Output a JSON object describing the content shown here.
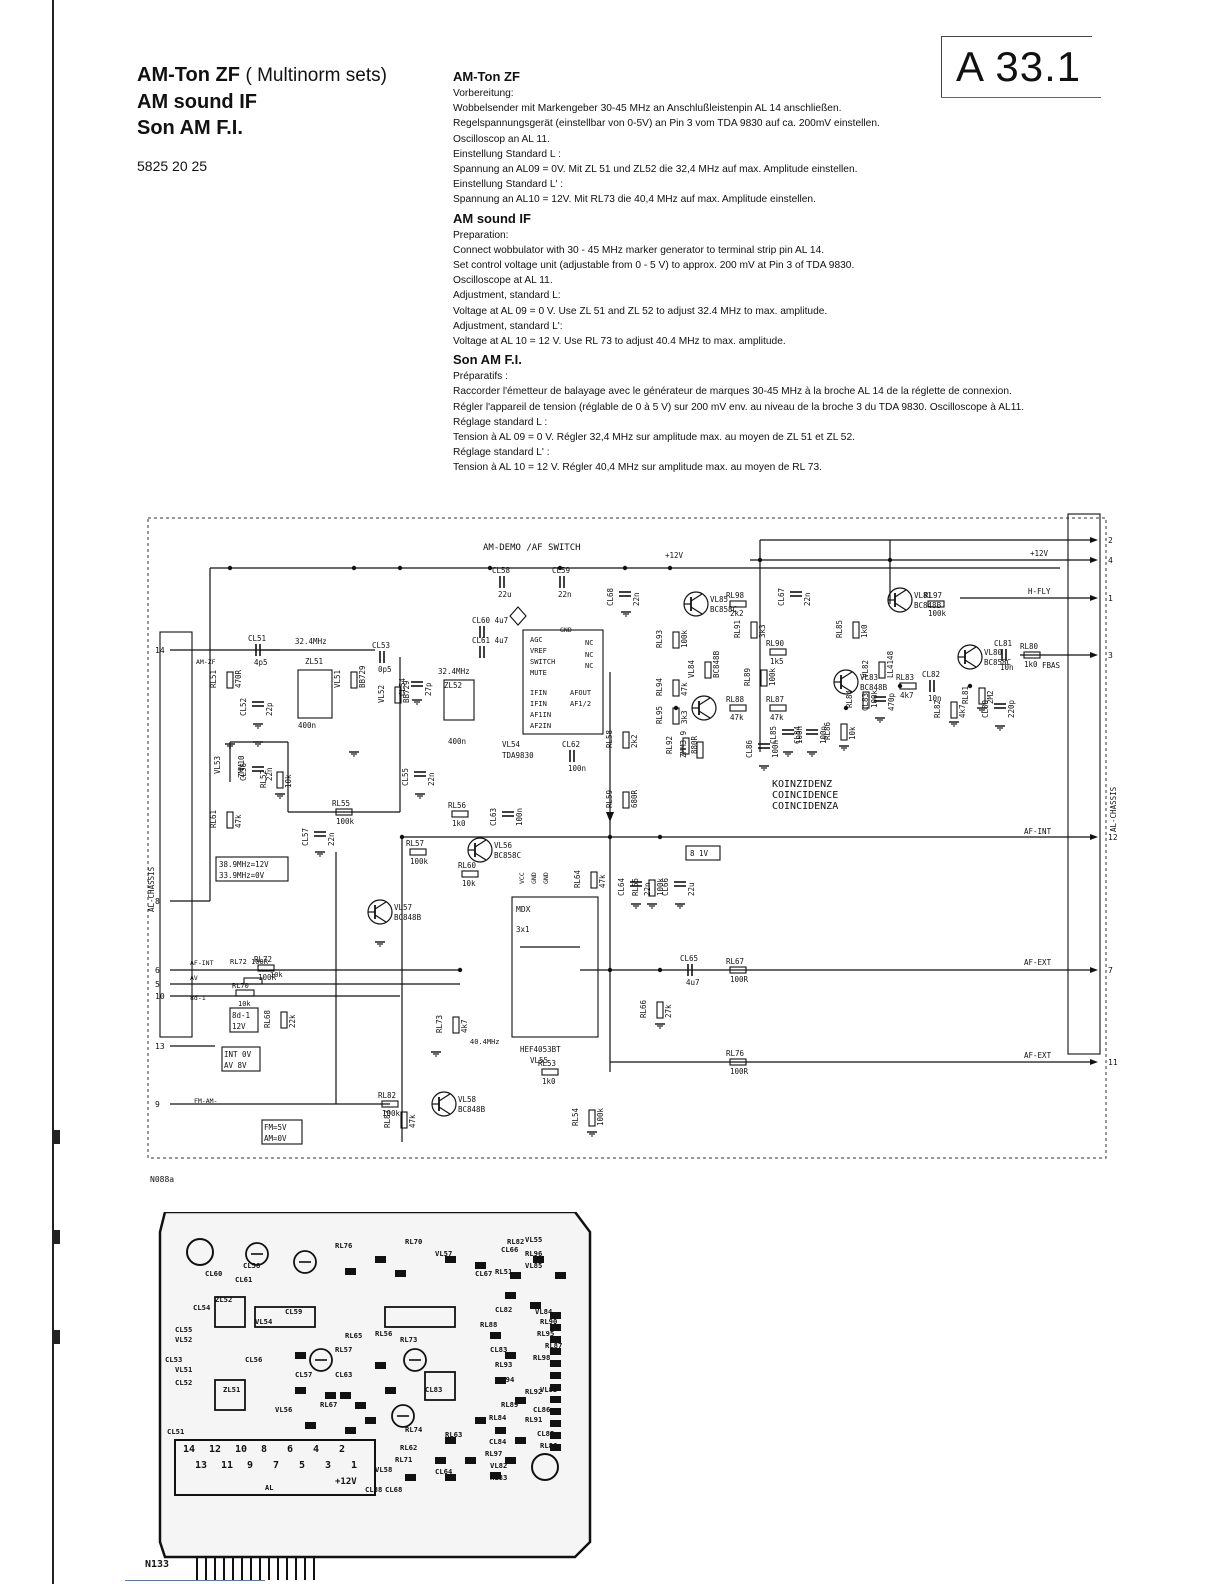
{
  "header": {
    "title_de": "AM-Ton ZF",
    "title_de_paren": "( Multinorm sets)",
    "title_en": "AM sound IF",
    "title_fr": "Son AM F.I.",
    "doc_number": "5825 20 25",
    "page_badge": "A 33.1"
  },
  "instructions": [
    {
      "title": "AM-Ton ZF",
      "lines": [
        "Vorbereitung:",
        "Wobbelsender mit Markengeber 30-45 MHz an Anschlußleistenpin AL 14 anschließen.",
        "Regelspannungsgerät (einstellbar von 0-5V) an Pin 3 vom TDA 9830 auf ca. 200mV einstellen.",
        "Oscilloscop an AL 11.",
        "Einstellung Standard  L :",
        "Spannung an AL09 = 0V. Mit ZL 51 und ZL52 die  32,4 MHz auf max. Amplitude einstellen.",
        "Einstellung Standard  L' :",
        "Spannung an AL10 = 12V. Mit RL73 die  40,4 MHz auf max. Amplitude einstellen."
      ]
    },
    {
      "title": "AM sound IF",
      "lines": [
        "Preparation:",
        "Connect wobbulator with 30 - 45 MHz marker generator to terminal strip pin AL 14.",
        "Set control voltage unit (adjustable from 0 - 5 V) to approx. 200 mV at Pin 3 of TDA 9830.",
        "Oscilloscope at AL 11.",
        "Adjustment, standard L:",
        "Voltage at AL 09 = 0 V. Use ZL 51 and ZL 52 to adjust 32.4 MHz to max. amplitude.",
        "Adjustment, standard L':",
        "Voltage at AL 10 = 12 V. Use RL 73 to adjust 40.4 MHz to max. amplitude."
      ]
    },
    {
      "title": "Son AM F.I.",
      "lines": [
        "Préparatifs :",
        "Raccorder l'émetteur de balayage avec le générateur de marques 30-45 MHz à la broche AL 14 de la réglette de connexion.",
        "Régler l'appareil de tension (réglable de 0 à 5 V) sur 200 mV env. au niveau de la broche 3 du TDA 9830. Oscilloscope à AL11.",
        "Réglage standard L :",
        "Tension à AL 09 = 0 V. Régler 32,4 MHz sur amplitude max. au moyen de ZL 51 et ZL 52.",
        "Réglage standard L' :",
        "Tension à AL 10 = 12 V. Régler 40,4 MHz sur amplitude max. au moyen de RL 73."
      ]
    }
  ],
  "schematic": {
    "title": "AM-DEMO /AF SWITCH",
    "left_connector_label": "AL-CHASSIS",
    "right_connector_label": "AL-CHASSIS",
    "footer_code": "N088a",
    "koinzidenz": [
      "KOINZIDENZ",
      "COINCIDENCE",
      "COINCIDENZA"
    ],
    "freq_note": [
      "38.9MHz=12V",
      "33.9MHz=0V"
    ],
    "fm_note": [
      "FM=5V",
      "AM=0V"
    ],
    "int_note": [
      "INT 0V",
      "AV 8V"
    ],
    "bd_note": [
      "8d-1",
      "12V"
    ],
    "v81_label": "8 1V",
    "labels": {
      "plus12v_a": "+12V",
      "plus12v_b": "+12V",
      "hfly": "H-FLY",
      "fbas": "FBAS",
      "afint": "AF-INT",
      "afext_a": "AF-EXT",
      "afext_b": "AF-EXT",
      "am_zf": "AM-ZF",
      "af_int_left": "AF-INT",
      "av_left": "AV",
      "bd1_left": "8d-1",
      "fm_am": "FM-AM-",
      "mhz_324": "32.4MHz",
      "mhz_324b": "32.4MHz",
      "mhz_404": "40.4MHz",
      "tda": "TDA9830",
      "vl54": "VL54",
      "hef": "HEF4053BT",
      "vl55": "VL55",
      "mdx": "MDX",
      "x31": "3x1",
      "ic_pins": [
        "AGC",
        "VREF",
        "SWITCH",
        "MUTE",
        "IFIN",
        "IFIN",
        "AF1IN",
        "AF2IN",
        "AFOUT",
        "AF1/2",
        "GND",
        "NC",
        "NC",
        "NC"
      ],
      "mdx_pins": [
        "VCC",
        "GND",
        "GND"
      ],
      "components": [
        "CL58",
        "22u",
        "CL59",
        "22n",
        "CL68",
        "22n",
        "CL60 4u7",
        "CL61 4u7",
        "CL51",
        "4p5",
        "CL53",
        "0p5",
        "CL54",
        "27p",
        "ZL51",
        "400n",
        "ZL52",
        "400n",
        "VL51",
        "BB729",
        "VL52",
        "BB729",
        "RL51",
        "470R",
        "CL52",
        "22p",
        "VL53",
        "ZMM10",
        "CL56",
        "22n",
        "RL52",
        "10k",
        "CL55",
        "22n",
        "RL55",
        "100k",
        "RL56",
        "1k0",
        "CL57",
        "22n",
        "RL57",
        "100k",
        "VL56",
        "BC858C",
        "RL60",
        "10k",
        "VL57",
        "BC848B",
        "RL61",
        "47k",
        "CL62",
        "100n",
        "CL63",
        "100n",
        "RL58",
        "2k2",
        "VL59",
        "RL59",
        "680R",
        "RL74",
        "4k7",
        "RL92",
        "880R",
        "ZMM3 9",
        "RL72",
        "100R",
        "RL70",
        "10k",
        "RL68",
        "22k",
        "RL73",
        "4k7",
        "RL53",
        "1k0",
        "RL64",
        "47k",
        "CL64",
        "22n",
        "RL65",
        "100k",
        "CL66",
        "22u",
        "CL65",
        "4u7",
        "RL67",
        "100R",
        "RL66",
        "27k",
        "RL76",
        "100R",
        "RL82",
        "100k",
        "RL83",
        "47k",
        "VL58",
        "BC848B",
        "RL54",
        "100k",
        "VL85",
        "BC858C",
        "RL98",
        "2k2",
        "CL67",
        "22n",
        "RL93",
        "100k",
        "RL91",
        "3k3",
        "RL90",
        "1k5",
        "VL84",
        "BC848B",
        "RL94",
        "47k",
        "RL95",
        "3k3",
        "RL89",
        "100k",
        "RL88",
        "47k",
        "RL87",
        "47k",
        "CL86",
        "100n",
        "CL85",
        "100n",
        "CL84",
        "100n",
        "RL86",
        "10k",
        "RL84",
        "100k",
        "VL83",
        "BC848B",
        "VL81",
        "BC848B",
        "RL97",
        "100k",
        "RL85",
        "1k0",
        "VL82",
        "LL4148",
        "RL83",
        "4k7",
        "CL83",
        "470p",
        "CL82",
        "10n",
        "VL80",
        "BC858C",
        "CL81",
        "10n",
        "RL80",
        "1k0",
        "RL81",
        "2M2",
        "RL82",
        "4k7",
        "CL80",
        "220p"
      ]
    },
    "right_pins": [
      "2",
      "4",
      "1",
      "3",
      "12",
      "7",
      "11"
    ],
    "left_pins": [
      "14",
      "8",
      "6",
      "5",
      "10",
      "13",
      "9"
    ]
  },
  "pcb": {
    "board_code": "N133",
    "connector_numbers_top": [
      "14",
      "12",
      "10",
      "8",
      "6",
      "4",
      "2"
    ],
    "connector_numbers_bottom": [
      "13",
      "11",
      "9",
      "7",
      "5",
      "3",
      "1"
    ],
    "connector_label": "AL",
    "plus12v": "+12V",
    "parts": [
      "CL60",
      "CL61",
      "CL58",
      "CL54",
      "ZL52",
      "CL55",
      "VL52",
      "CL53",
      "VL51",
      "CL52",
      "ZL51",
      "CL51",
      "CL56",
      "VL54",
      "CL59",
      "RL76",
      "RL70",
      "VL57",
      "CL67",
      "RL51",
      "CL66",
      "VL55",
      "RL65",
      "RL56",
      "RL57",
      "CL57",
      "CL63",
      "VL56",
      "RL67",
      "RL73",
      "CL83",
      "RL74",
      "RL63",
      "RL62",
      "RL71",
      "CL64",
      "VL58",
      "CL88",
      "CL68",
      "RL88",
      "RL82",
      "VL85",
      "VL84",
      "RL95",
      "RL98",
      "RL92",
      "CL86",
      "RL91",
      "CL85",
      "RL86",
      "RL84",
      "CL84",
      "RL97",
      "VL82",
      "RL83",
      "CL82",
      "CL83",
      "RL93",
      "RL94",
      "RL89",
      "RL90",
      "RL87",
      "RL96",
      "VL83"
    ]
  }
}
